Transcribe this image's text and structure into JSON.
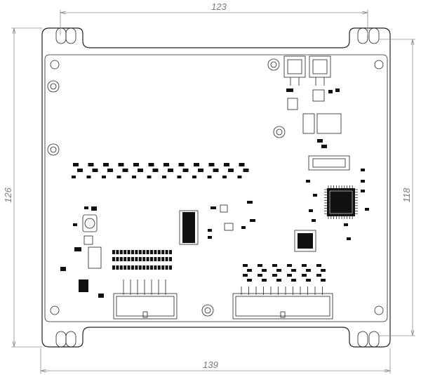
{
  "dimensions": {
    "top_width": "123",
    "bottom_width": "139",
    "left_height": "126",
    "right_height": "118"
  }
}
